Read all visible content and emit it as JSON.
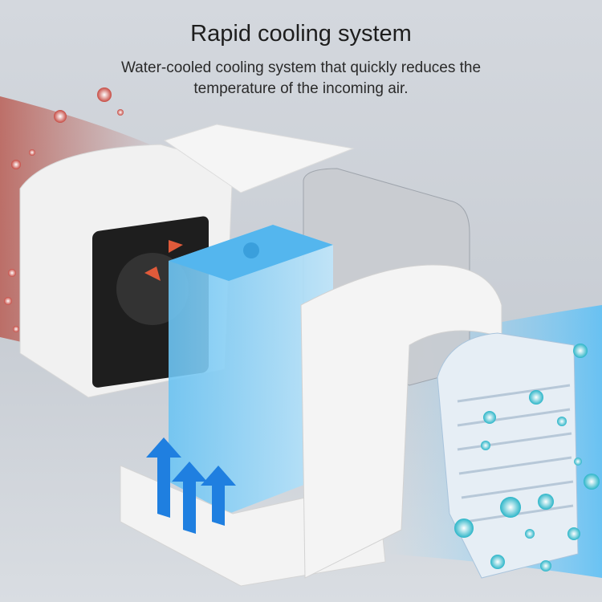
{
  "header": {
    "title": "Rapid cooling system",
    "subtitle_line1": "Water-cooled cooling system that quickly reduces the",
    "subtitle_line2": "temperature of the incoming air."
  },
  "colors": {
    "warm_air": "#c0675c",
    "cool_air": "#6fc3f0",
    "arrow_blue": "#1f7fe0",
    "body_white": "#f2f2f2",
    "fan_black": "#1e1e1e"
  }
}
